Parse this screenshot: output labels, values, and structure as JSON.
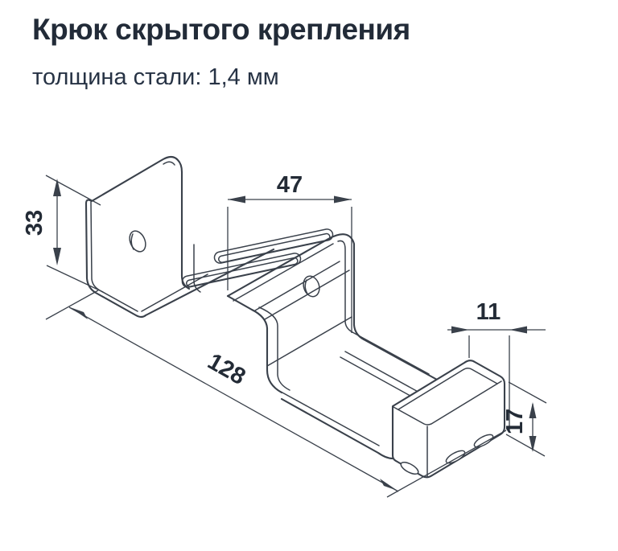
{
  "page": {
    "background": "#ffffff"
  },
  "header": {
    "title": "Крюк скрытого крепления",
    "subtitle": "толщина стали: 1,4 мм",
    "title_color": "#222b38",
    "subtitle_color": "#273345"
  },
  "drawing": {
    "kind": "isometric technical line drawing of hidden-mount hook",
    "line_color": "#3a414b",
    "dim_text_color": "#232b36",
    "dims": {
      "height": {
        "label": "33"
      },
      "top_width": {
        "label": "47"
      },
      "length": {
        "label": "128"
      },
      "tip_width": {
        "label": "11"
      },
      "tip_height": {
        "label": "17"
      }
    }
  }
}
